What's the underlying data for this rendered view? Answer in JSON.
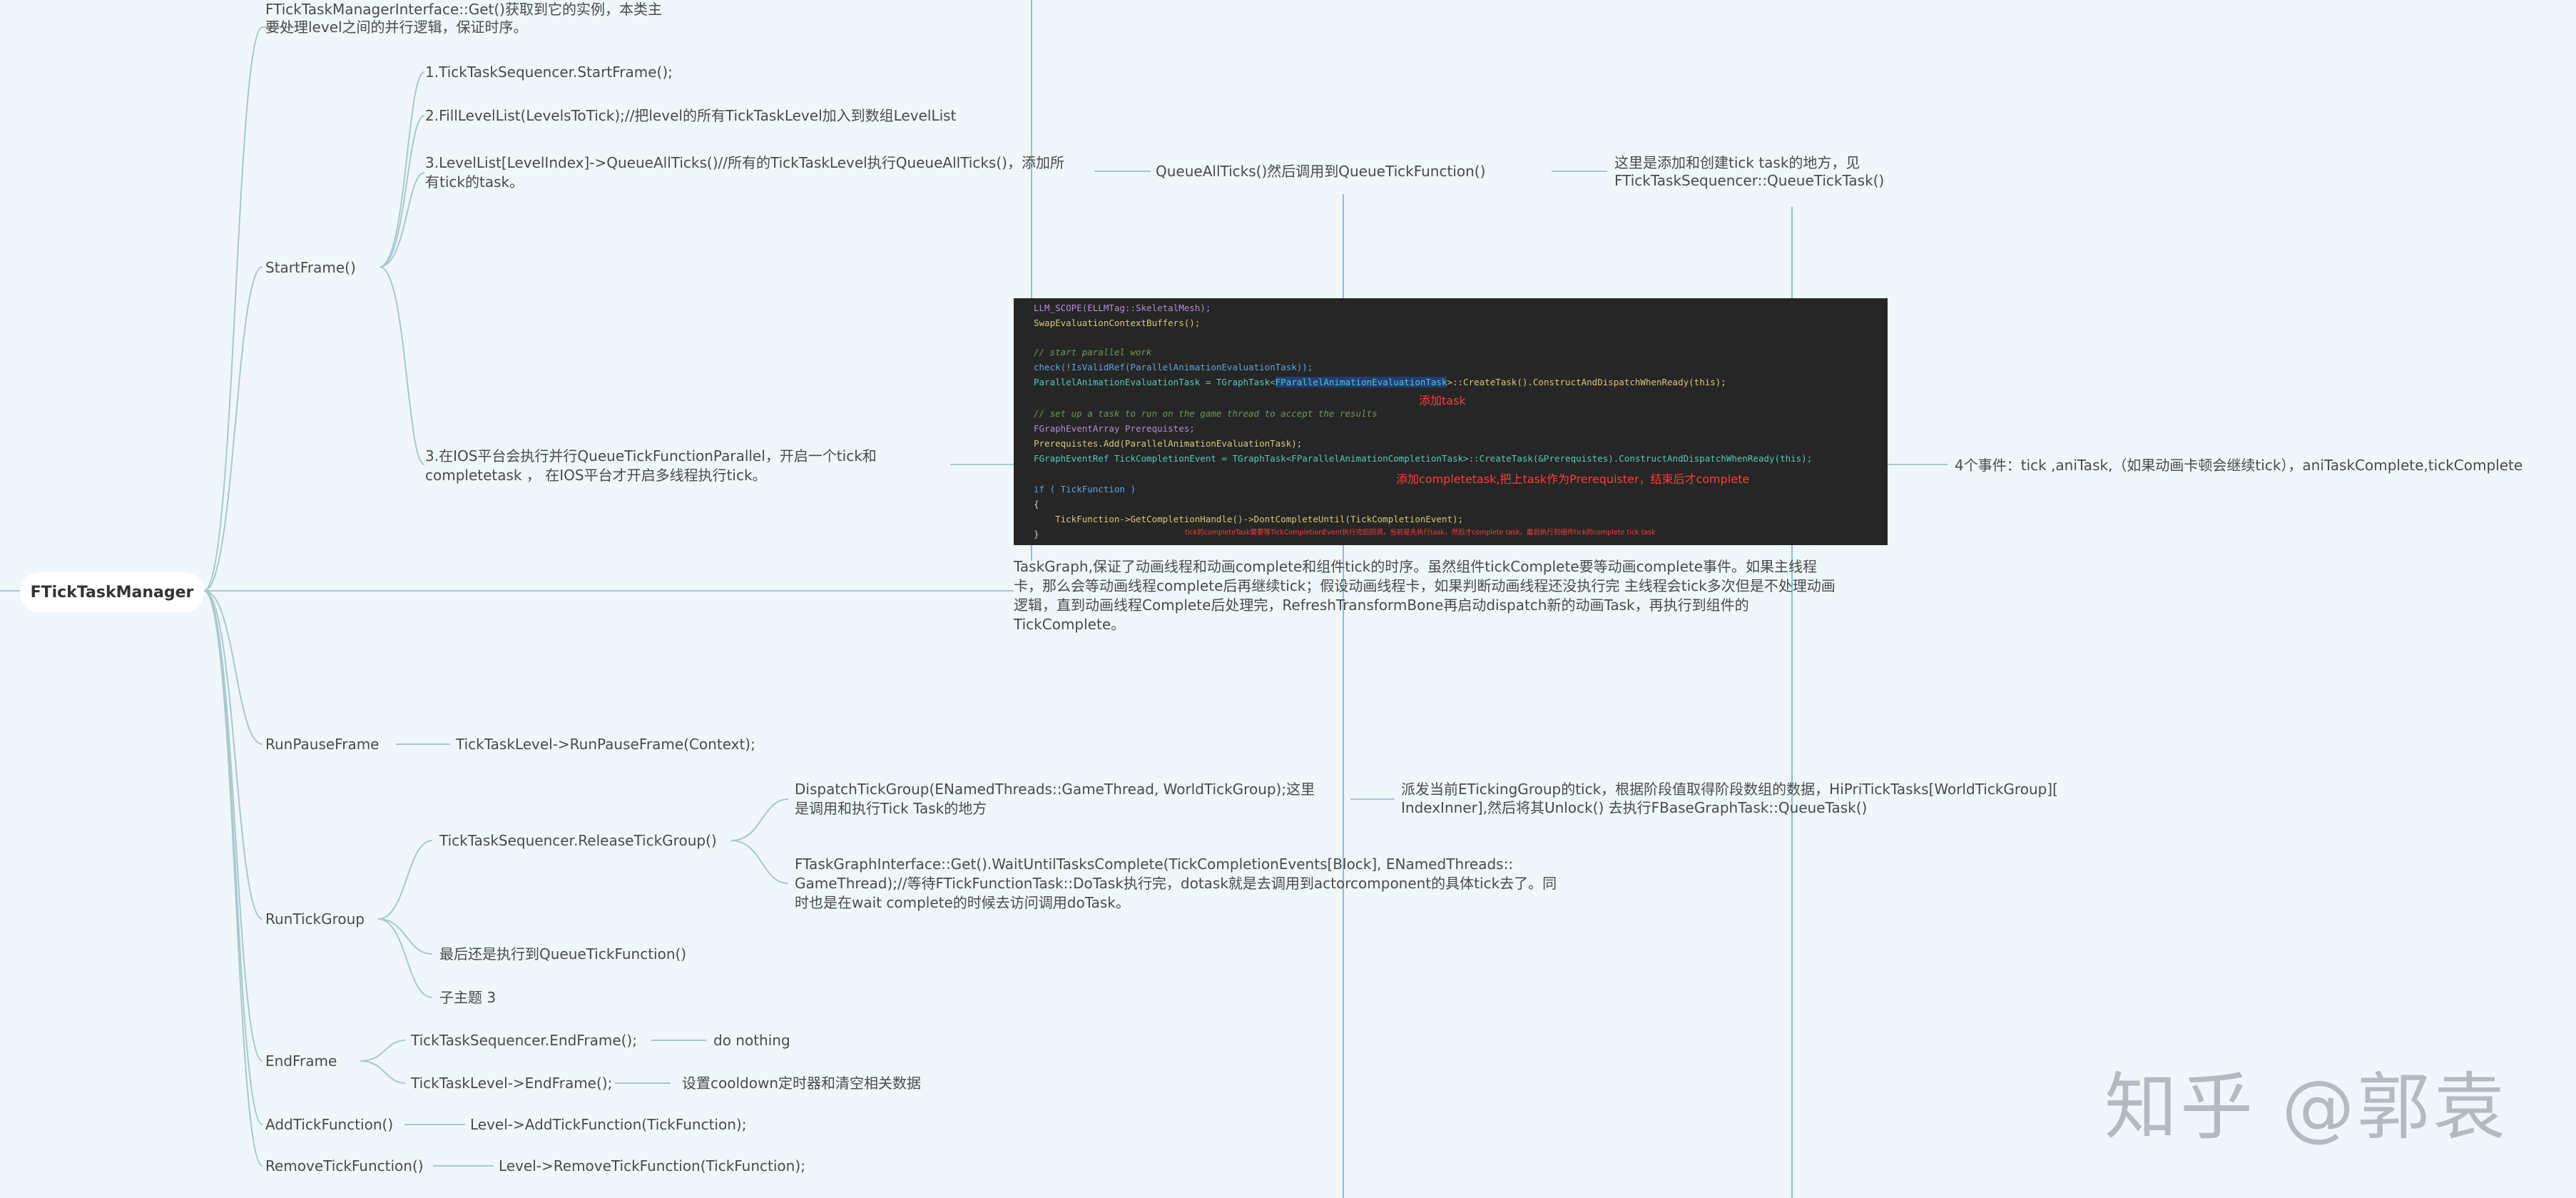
{
  "root": {
    "label": "FTickTaskManager"
  },
  "top_note": {
    "line1": "FTickTaskManagerInterface::Get()获取到它的实例，本类主",
    "line2": "要处理level之间的并行逻辑，保证时序。"
  },
  "start_frame": {
    "label": "StartFrame()",
    "step1": "1.TickTaskSequencer.StartFrame();",
    "step2": "2.FillLevelList(LevelsToTick);//把level的所有TickTaskLevel加入到数组LevelList",
    "step3_line1": "3.LevelList[LevelIndex]->QueueAllTicks()//所有的TickTaskLevel执行QueueAllTicks()，添加所",
    "step3_line2": "有tick的task。",
    "queue_all_ticks": "QueueAllTicks()然后调用到QueueTickFunction()",
    "queue_note_line1": "这里是添加和创建tick task的地方，见",
    "queue_note_line2": "FTickTaskSequencer::QueueTickTask()",
    "ios_line1": "3.在IOS平台会执行并行QueueTickFunctionParallel，开启一个tick和",
    "ios_line2": "completetask ， 在IOS平台才开启多线程执行tick。",
    "four_events": "4个事件：tick ,aniTask,（如果动画卡顿会继续tick），aniTaskComplete,tickComplete"
  },
  "code": {
    "l1": "LLM_SCOPE(ELLMTag::SkeletalMesh);",
    "l2": "SwapEvaluationContextBuffers();",
    "l3": "// start parallel work",
    "l4": "check(!IsValidRef(ParallelAnimationEvaluationTask));",
    "l5a": "ParallelAnimationEvaluationTask = TGraphTask<",
    "l5b": "FParallelAnimationEvaluationTask",
    "l5c": ">::CreateTask().ConstructAndDispatchWhenReady(this);",
    "l6": "// set up a task to run on the game thread to accept the results",
    "l7": "FGraphEventArray Prerequistes;",
    "l8": "Prerequistes.Add(ParallelAnimationEvaluationTask);",
    "l9": "FGraphEventRef TickCompletionEvent = TGraphTask<FParallelAnimationCompletionTask>::CreateTask(&Prerequistes).ConstructAndDispatchWhenReady(this);",
    "l10": "if ( TickFunction )",
    "l11": "{",
    "l12": "    TickFunction->GetCompletionHandle()->DontCompleteUntil(TickCompletionEvent);",
    "l13": "}",
    "note_add_task": "添加task",
    "note_complete": "添加completetask,把上task作为Prerequister，结束后才complete",
    "note_small": "tick的completeTask需要等TickCompletionEvent执行完后回调，当前是先执行task，然后才complete task，最后执行到组件tick的complete tick task"
  },
  "taskgraph_note": {
    "line1": "TaskGraph,保证了动画线程和动画complete和组件tick的时序。虽然组件tickComplete要等动画complete事件。如果主线程",
    "line2": "卡，那么会等动画线程complete后再继续tick；假设动画线程卡，如果判断动画线程还没执行完 主线程会tick多次但是不处理动画",
    "line3": "逻辑，直到动画线程Complete后处理完，RefreshTransformBone再启动dispatch新的动画Task，再执行到组件的",
    "line4": "TickComplete。"
  },
  "run_pause_frame": {
    "label": "RunPauseFrame",
    "child": "TickTaskLevel->RunPauseFrame(Context);"
  },
  "run_tick_group": {
    "label": "RunTickGroup",
    "release": "TickTaskSequencer.ReleaseTickGroup()",
    "dispatch_line1": "DispatchTickGroup(ENamedThreads::GameThread, WorldTickGroup);这里",
    "dispatch_line2": "是调用和执行Tick Task的地方",
    "dispatch_note_line1": "派发当前ETickingGroup的tick，根据阶段值取得阶段数组的数据，HiPriTickTasks[WorldTickGroup][",
    "dispatch_note_line2": "IndexInner],然后将其Unlock() 去执行FBaseGraphTask::QueueTask()",
    "wait_line1": "FTaskGraphInterface::Get().WaitUntilTasksComplete(TickCompletionEvents[Block], ENamedThreads::",
    "wait_line2": "GameThread);//等待FTickFunctionTask::DoTask执行完，dotask就是去调用到actorcomponent的具体tick去了。同",
    "wait_line3": "时也是在wait complete的时候去访问调用doTask。",
    "final": "最后还是执行到QueueTickFunction()",
    "subtopic": "子主题 3"
  },
  "end_frame": {
    "label": "EndFrame",
    "seq": "TickTaskSequencer.EndFrame();",
    "seq_note": "do nothing",
    "level": "TickTaskLevel->EndFrame();",
    "level_note": "设置cooldown定时器和清空相关数据"
  },
  "add_tick": {
    "label": "AddTickFunction()",
    "child": "Level->AddTickFunction(TickFunction);"
  },
  "remove_tick": {
    "label": "RemoveTickFunction()",
    "child": "Level->RemoveTickFunction(TickFunction);"
  },
  "watermark": {
    "text": "知乎 @郭袁"
  },
  "colors": {
    "background": "#eff7fa",
    "connector": "#a9c8cd",
    "guide": "#86c0dd",
    "note_red": "#ff3b3b"
  }
}
